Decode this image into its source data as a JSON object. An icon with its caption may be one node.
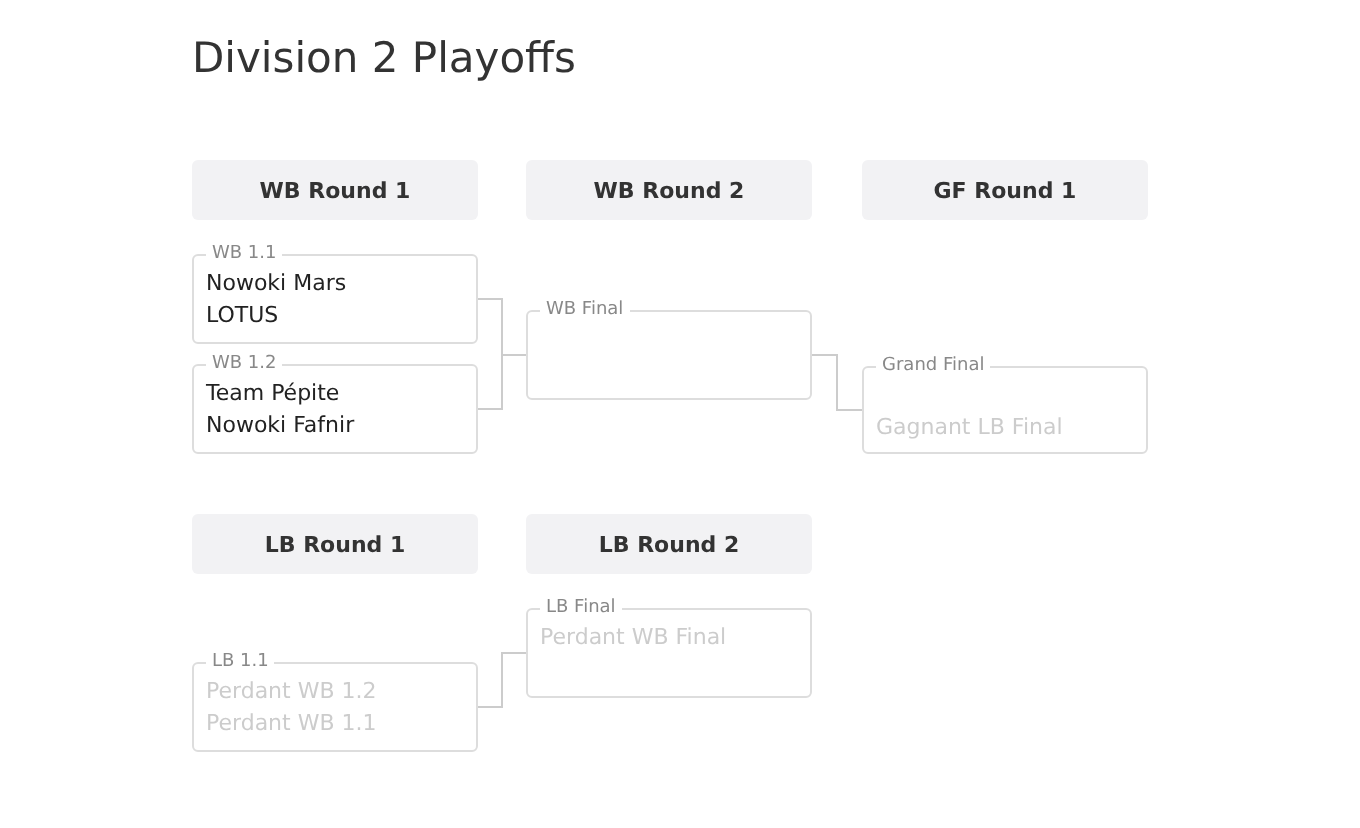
{
  "diagram": {
    "title": "Division 2 Playoffs",
    "nodes": [
      {
        "text": [
          "WB Round 1"
        ]
      },
      {
        "text": [
          "WB Round 2"
        ]
      },
      {
        "text": [
          "GF Round 1"
        ]
      },
      {
        "text": [
          "WB 1.1",
          "Nowoki Mars",
          "LOTUS"
        ]
      },
      {
        "text": [
          "WB 1.2",
          "Team Pépite",
          "Nowoki Fafnir"
        ]
      },
      {
        "text": [
          "WB Final"
        ]
      },
      {
        "text": [
          "Grand Final",
          "Gagnant LB Final"
        ]
      },
      {
        "text": [
          "LB Round 1"
        ]
      },
      {
        "text": [
          "LB Round 2"
        ]
      },
      {
        "text": [
          "LB 1.1",
          "Perdant WB 1.2",
          "Perdant WB 1.1"
        ]
      },
      {
        "text": [
          "LB Final",
          "Perdant WB Final"
        ]
      }
    ],
    "edges": [
      {
        "from": 3,
        "to": 5,
        "arrow": "none"
      },
      {
        "from": 4,
        "to": 5,
        "arrow": "none"
      },
      {
        "from": 5,
        "to": 6,
        "arrow": "none"
      },
      {
        "from": 9,
        "to": 10,
        "arrow": "none"
      }
    ]
  }
}
